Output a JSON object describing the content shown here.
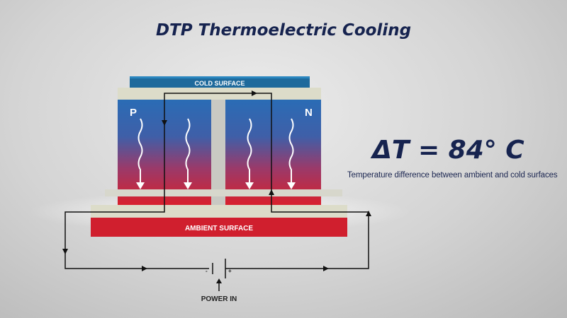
{
  "title": "DTP Thermoelectric Cooling",
  "cold_surface_label": "COLD SURFACE",
  "ambient_surface_label": "AMBIENT SURFACE",
  "p_label": "P",
  "n_label": "N",
  "delta_t": "ΔT = 84° C",
  "delta_description": "Temperature difference between ambient and cold surfaces",
  "power_label": "POWER IN",
  "battery_minus": "-",
  "battery_plus": "+",
  "colors": {
    "title": "#16234f",
    "cold_plate": "#1e6a9c",
    "ambient_plate": "#d01f2e",
    "ceramic": "#dcdcc9",
    "element_top": "#2a6fb8",
    "element_bottom": "#d8202c"
  }
}
